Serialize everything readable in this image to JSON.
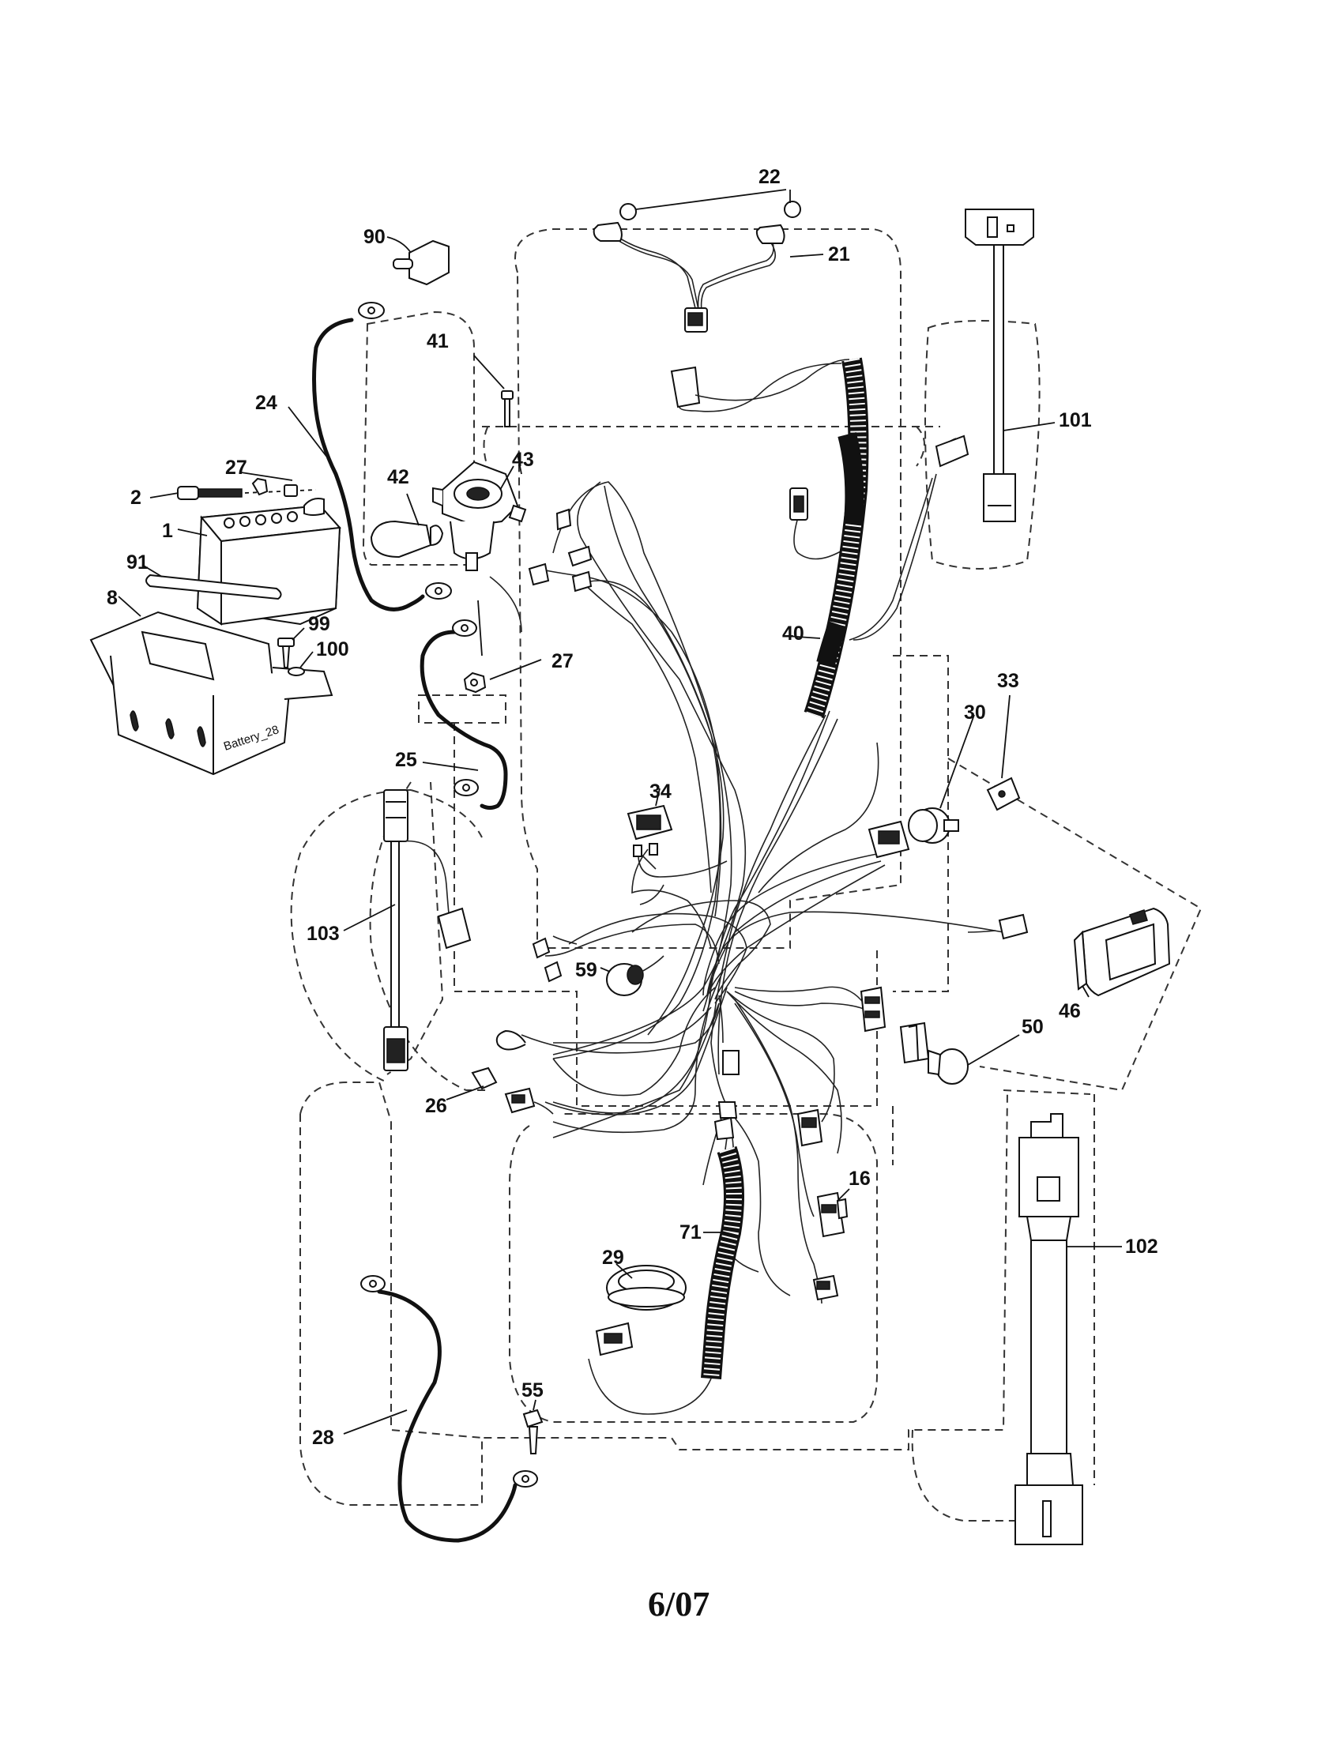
{
  "labels": {
    "l22": "22",
    "l21": "21",
    "l90": "90",
    "l41": "41",
    "l24": "24",
    "l43": "43",
    "l42": "42",
    "l27a": "27",
    "l2": "2",
    "l1": "1",
    "l91": "91",
    "l8": "8",
    "l99": "99",
    "l100": "100",
    "l27b": "27",
    "l25": "25",
    "l101": "101",
    "l40": "40",
    "l33": "33",
    "l30": "30",
    "l34": "34",
    "l103": "103",
    "l59": "59",
    "l46": "46",
    "l50": "50",
    "l26": "26",
    "l16": "16",
    "l71": "71",
    "l29": "29",
    "l102": "102",
    "l55": "55",
    "l28": "28"
  },
  "battery_mark": "Battery_28",
  "footer": "6/07"
}
